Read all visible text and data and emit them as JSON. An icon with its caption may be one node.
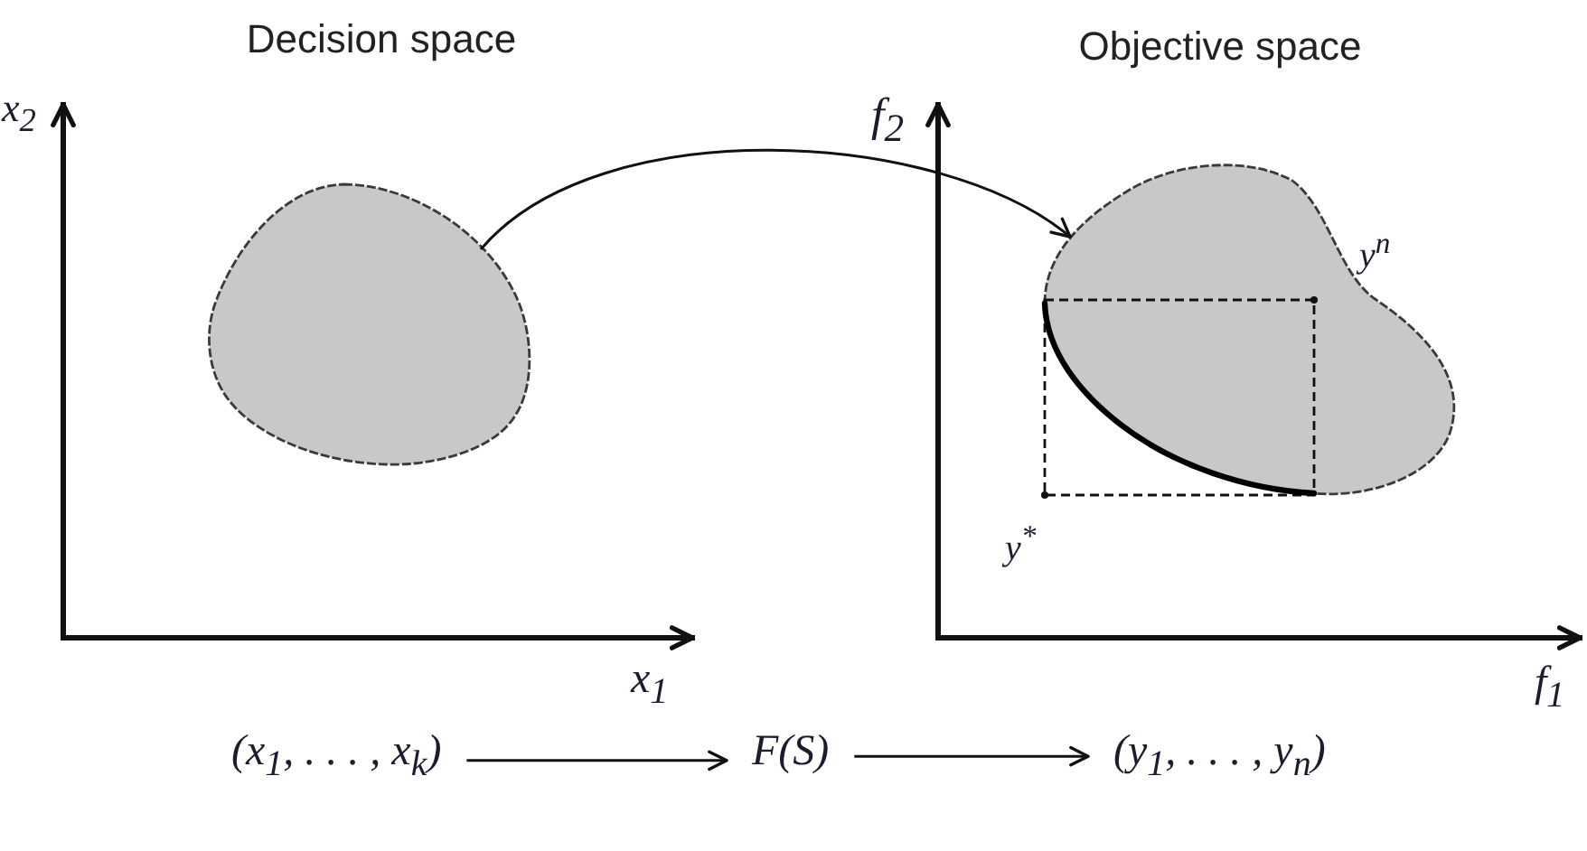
{
  "diagram": {
    "nodes": [
      {
        "text": [],
        "shape": "ellipse"
      },
      {
        "text": [],
        "shape": "blob"
      },
      {
        "text": [
          "(x$_{1}$, . . . , x$_{k}$)"
        ]
      },
      {
        "text": [
          "F(S)"
        ]
      },
      {
        "text": [
          "(y$_{1}$, . . . , y$_{n}$)"
        ]
      }
    ],
    "edges": [
      {
        "from": 0,
        "to": 1,
        "arrow": "to"
      },
      {
        "from": 2,
        "to": 3,
        "arrow": "to"
      },
      {
        "from": 3,
        "to": 4,
        "arrow": "to"
      }
    ],
    "labels": [
      "Decision space",
      "Objective space",
      "x$_{2}$",
      "f$_{2}$",
      "y$^{n}$",
      "y$^{*}$",
      "x$_{1}$",
      "f$_{1}$"
    ]
  }
}
